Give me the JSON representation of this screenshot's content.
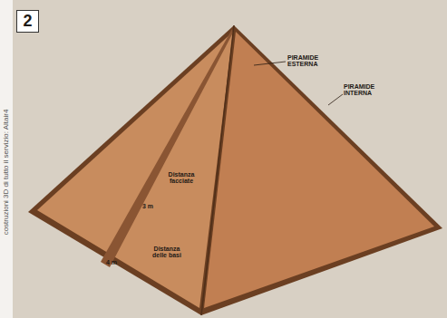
{
  "diagram": {
    "nodes": [
      {
        "text": [
          "2"
        ]
      }
    ],
    "labels": [
      "costruzioni 3D di tutto il servizio: Altair4",
      "PIRAMIDE ESTERNA",
      "PIRAMIDE INTERNA",
      "Distanza facciate",
      "3 m",
      "Distanza delle basi",
      "4 m"
    ]
  }
}
